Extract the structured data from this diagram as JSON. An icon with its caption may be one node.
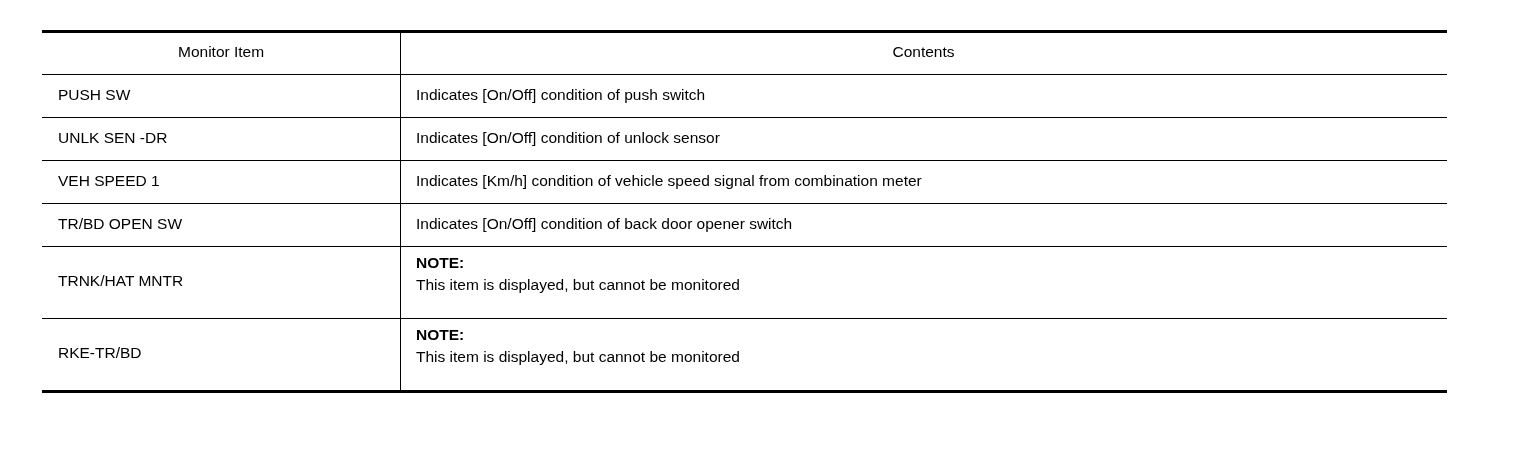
{
  "diagram": {
    "labels": [
      "Monitor Item",
      "Contents",
      "PUSH SW",
      "Indicates [On/Off] condition of push switch",
      "UNLK SEN -DR",
      "Indicates [On/Off] condition of unlock sensor",
      "VEH SPEED 1",
      "Indicates [Km/h] condition of vehicle speed signal from combination meter",
      "TR/BD OPEN SW",
      "Indicates [On/Off] condition of back door opener switch",
      "TRNK/HAT MNTR",
      "NOTE:",
      "This item is displayed, but cannot be monitored",
      "RKE-TR/BD",
      "NOTE:",
      "This item is displayed, but cannot be monitored"
    ]
  }
}
